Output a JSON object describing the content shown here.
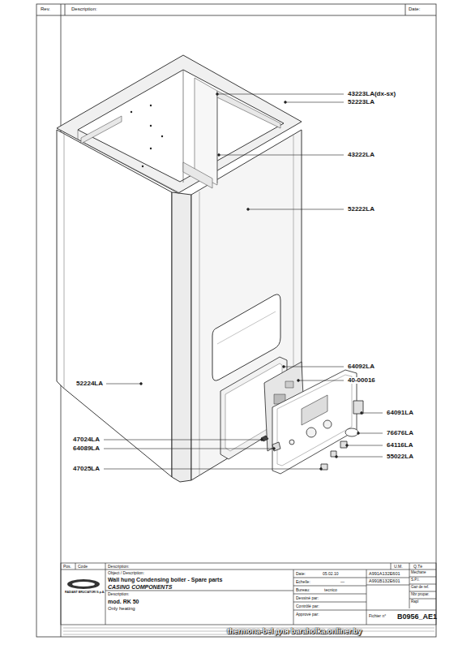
{
  "diagram": {
    "labels": [
      "Rev.",
      "Description:",
      "Date:",
      "43223LA(dx-sx)",
      "52223LA",
      "43222LA",
      "52222LA",
      "64092LA",
      "40-00016",
      "64091LA",
      "76676LA",
      "64116LA",
      "55022LA",
      "52224LA",
      "47024LA",
      "64089LA",
      "47025LA",
      "Pos.",
      "Code",
      "Description:",
      "Object / Description:",
      "Wall hung Condensing boiler - Spare parts",
      "CASING COMPONENTS",
      "Description:",
      "mod. RK 50",
      "Only heating",
      "RADIANT BRUCIATORI S.p.A.",
      "Date:",
      "05.02.10",
      "Echelle:",
      "—",
      "Bureau:",
      "tecnico",
      "Dessiné par:",
      "Contrôlé par:",
      "Approvè par:",
      "A991A132E601",
      "A991B132E601",
      "U.M.",
      "Q.Té",
      "Mechane",
      "S.P.I.",
      "Gaz de ref.",
      "Nbr propar.",
      "Rapl",
      "Fichier n°",
      "B0956_AE1",
      "thermona-bel для baraholka.onliner.by"
    ]
  }
}
